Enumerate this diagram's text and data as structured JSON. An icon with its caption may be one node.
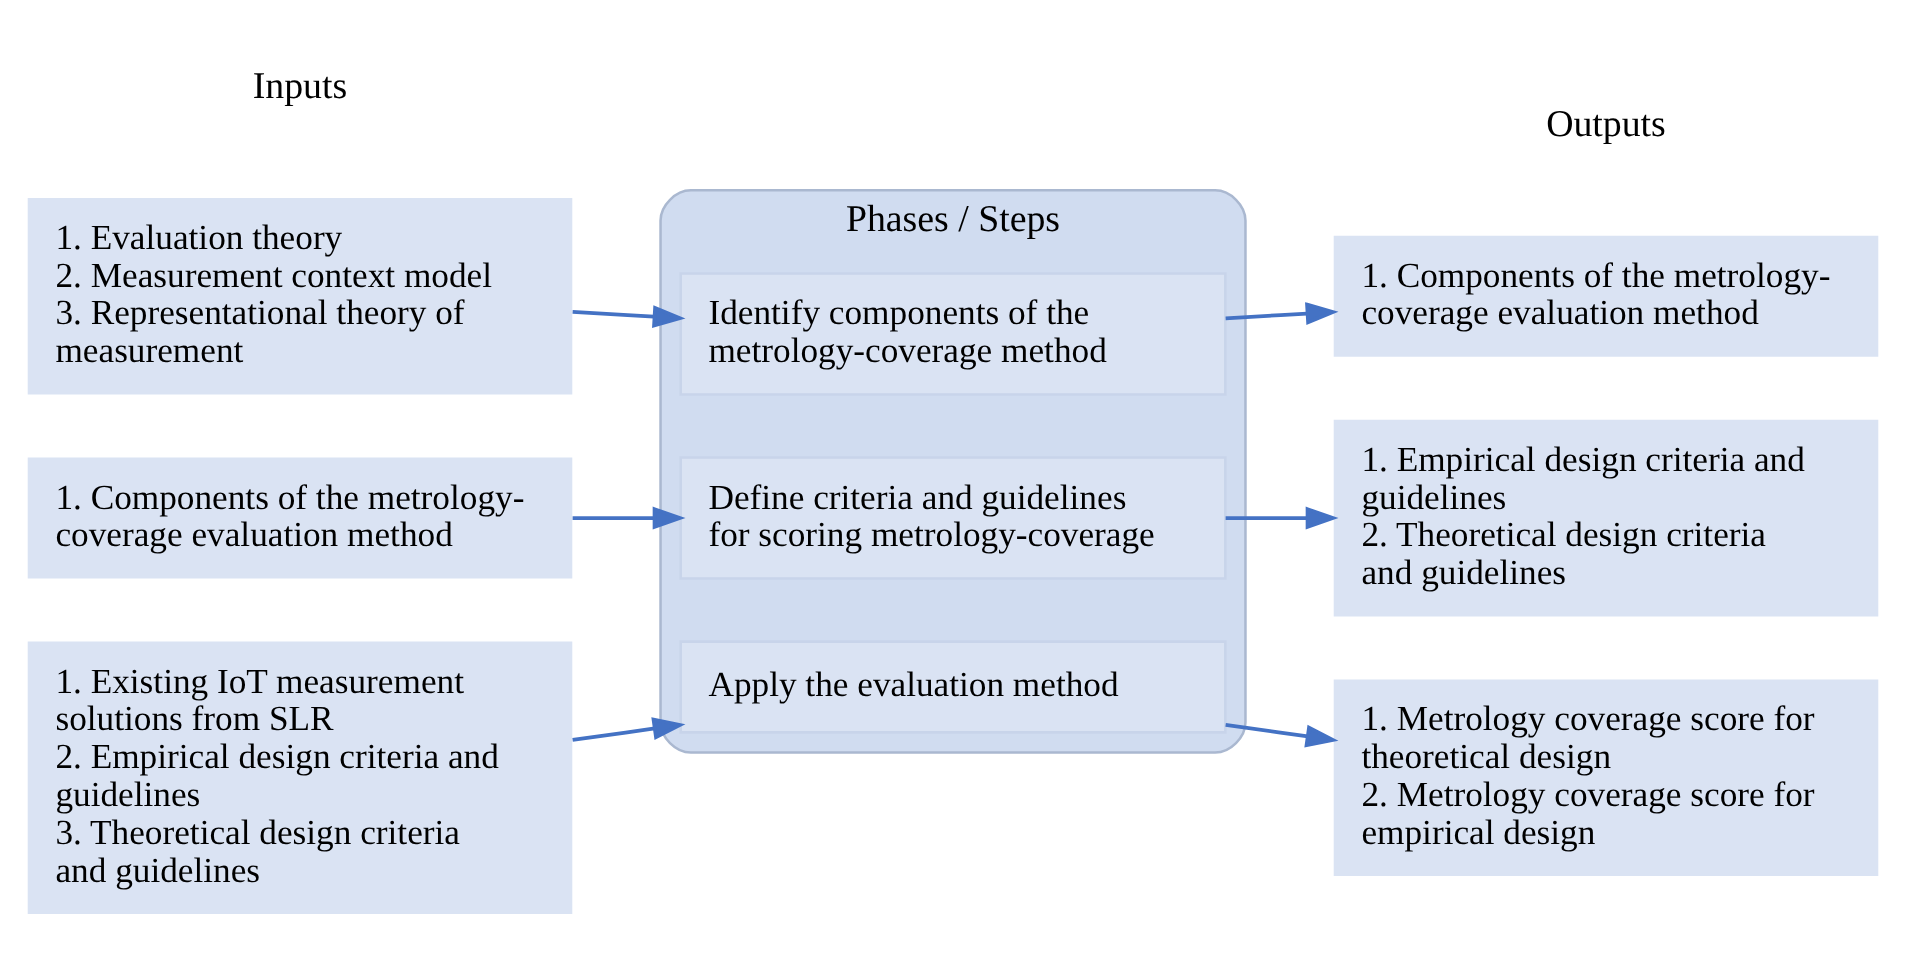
{
  "diagram": {
    "nodes": [
      {
        "text": [
          "Phases / Steps"
        ]
      },
      {
        "text": [
          "Identify components of the metrology-coverage method"
        ],
        "in": 0
      },
      {
        "text": [
          "Define criteria and guidelines for scoring metrology-coverage"
        ],
        "in": 0
      },
      {
        "text": [
          "Apply the evaluation method"
        ],
        "in": 0
      },
      {
        "text": [
          "1. Evaluation theory",
          "2. Measurement context model",
          "3. Representational theory of measurement"
        ]
      },
      {
        "text": [
          "1. Components of the metrology-coverage evaluation method"
        ]
      },
      {
        "text": [
          "1. Existing IoT measurement solutions from SLR",
          "2. Empirical design criteria and guidelines",
          "3. Theoretical design criteria and guidelines"
        ]
      },
      {
        "text": [
          "1. Components of the metrology-coverage evaluation method"
        ]
      },
      {
        "text": [
          "1. Empirical design criteria and guidelines",
          "2. Theoretical design criteria and guidelines"
        ]
      },
      {
        "text": [
          "1. Metrology coverage score for theoretical design",
          "2. Metrology coverage score for empirical design"
        ]
      }
    ],
    "edges": [
      {
        "from": 4,
        "to": 1,
        "arrow": "to"
      },
      {
        "from": 5,
        "to": 2,
        "arrow": "to"
      },
      {
        "from": 6,
        "to": 3,
        "arrow": "to"
      },
      {
        "from": 1,
        "to": 7,
        "arrow": "to"
      },
      {
        "from": 2,
        "to": 8,
        "arrow": "to"
      },
      {
        "from": 3,
        "to": 9,
        "arrow": "to"
      }
    ],
    "labels": [
      "Inputs",
      "Outputs"
    ]
  }
}
